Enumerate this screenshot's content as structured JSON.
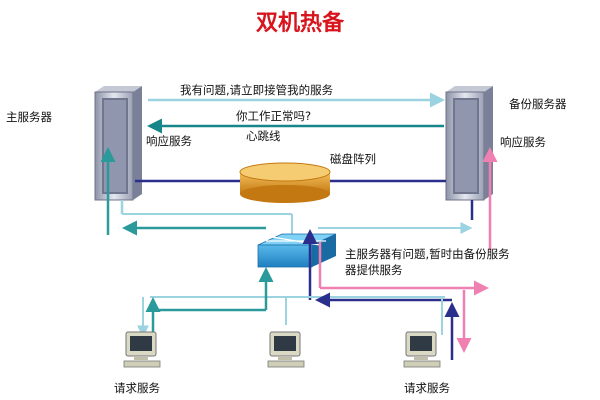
{
  "title": "双机热备",
  "labels": {
    "primary_server": "主服务器",
    "backup_server": "备份服务器",
    "help_request": "我有问题,请立即接管我的服务",
    "status_query": "你工作正常吗?",
    "heartbeat": "心跳线",
    "respond_primary": "响应服务",
    "respond_backup": "响应服务",
    "disk_array": "磁盘阵列",
    "failover_note_line1": "主服务器有问题,暂时由备份服务",
    "failover_note_line2": "器提供服务",
    "client_request_left": "请求服务",
    "client_request_right": "请求服务"
  },
  "colors": {
    "title": "#d8141c",
    "request_arrow": "#2a9a9a",
    "alert_arrow": "#9bd3e0",
    "heartbeat_arrow": "#17868a",
    "data_link": "#2b2f8c",
    "failover_arrow": "#f07fb2",
    "disk": "#e69d24"
  }
}
